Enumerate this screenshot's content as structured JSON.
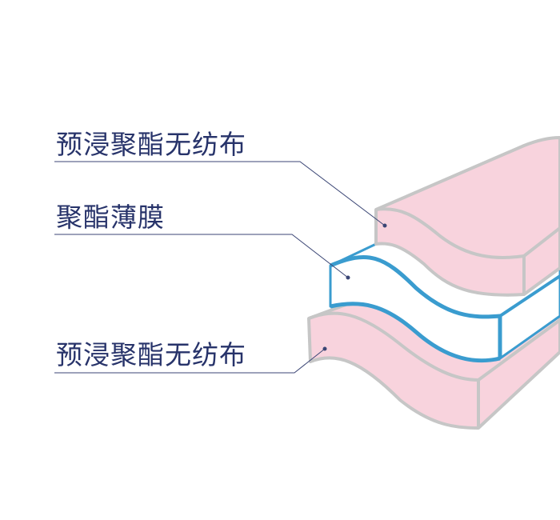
{
  "labels": {
    "top_layer": "预浸聚酯无纺布",
    "middle_layer": "聚酯薄膜",
    "bottom_layer": "预浸聚酯无纺布"
  },
  "colors": {
    "nonwoven_fill": "#f8d3dd",
    "nonwoven_edge": "#c6c6c6",
    "film_fill": "#ffffff",
    "film_edge": "#3a9ccf",
    "leader_line": "#3b4675",
    "text": "#27336a"
  }
}
